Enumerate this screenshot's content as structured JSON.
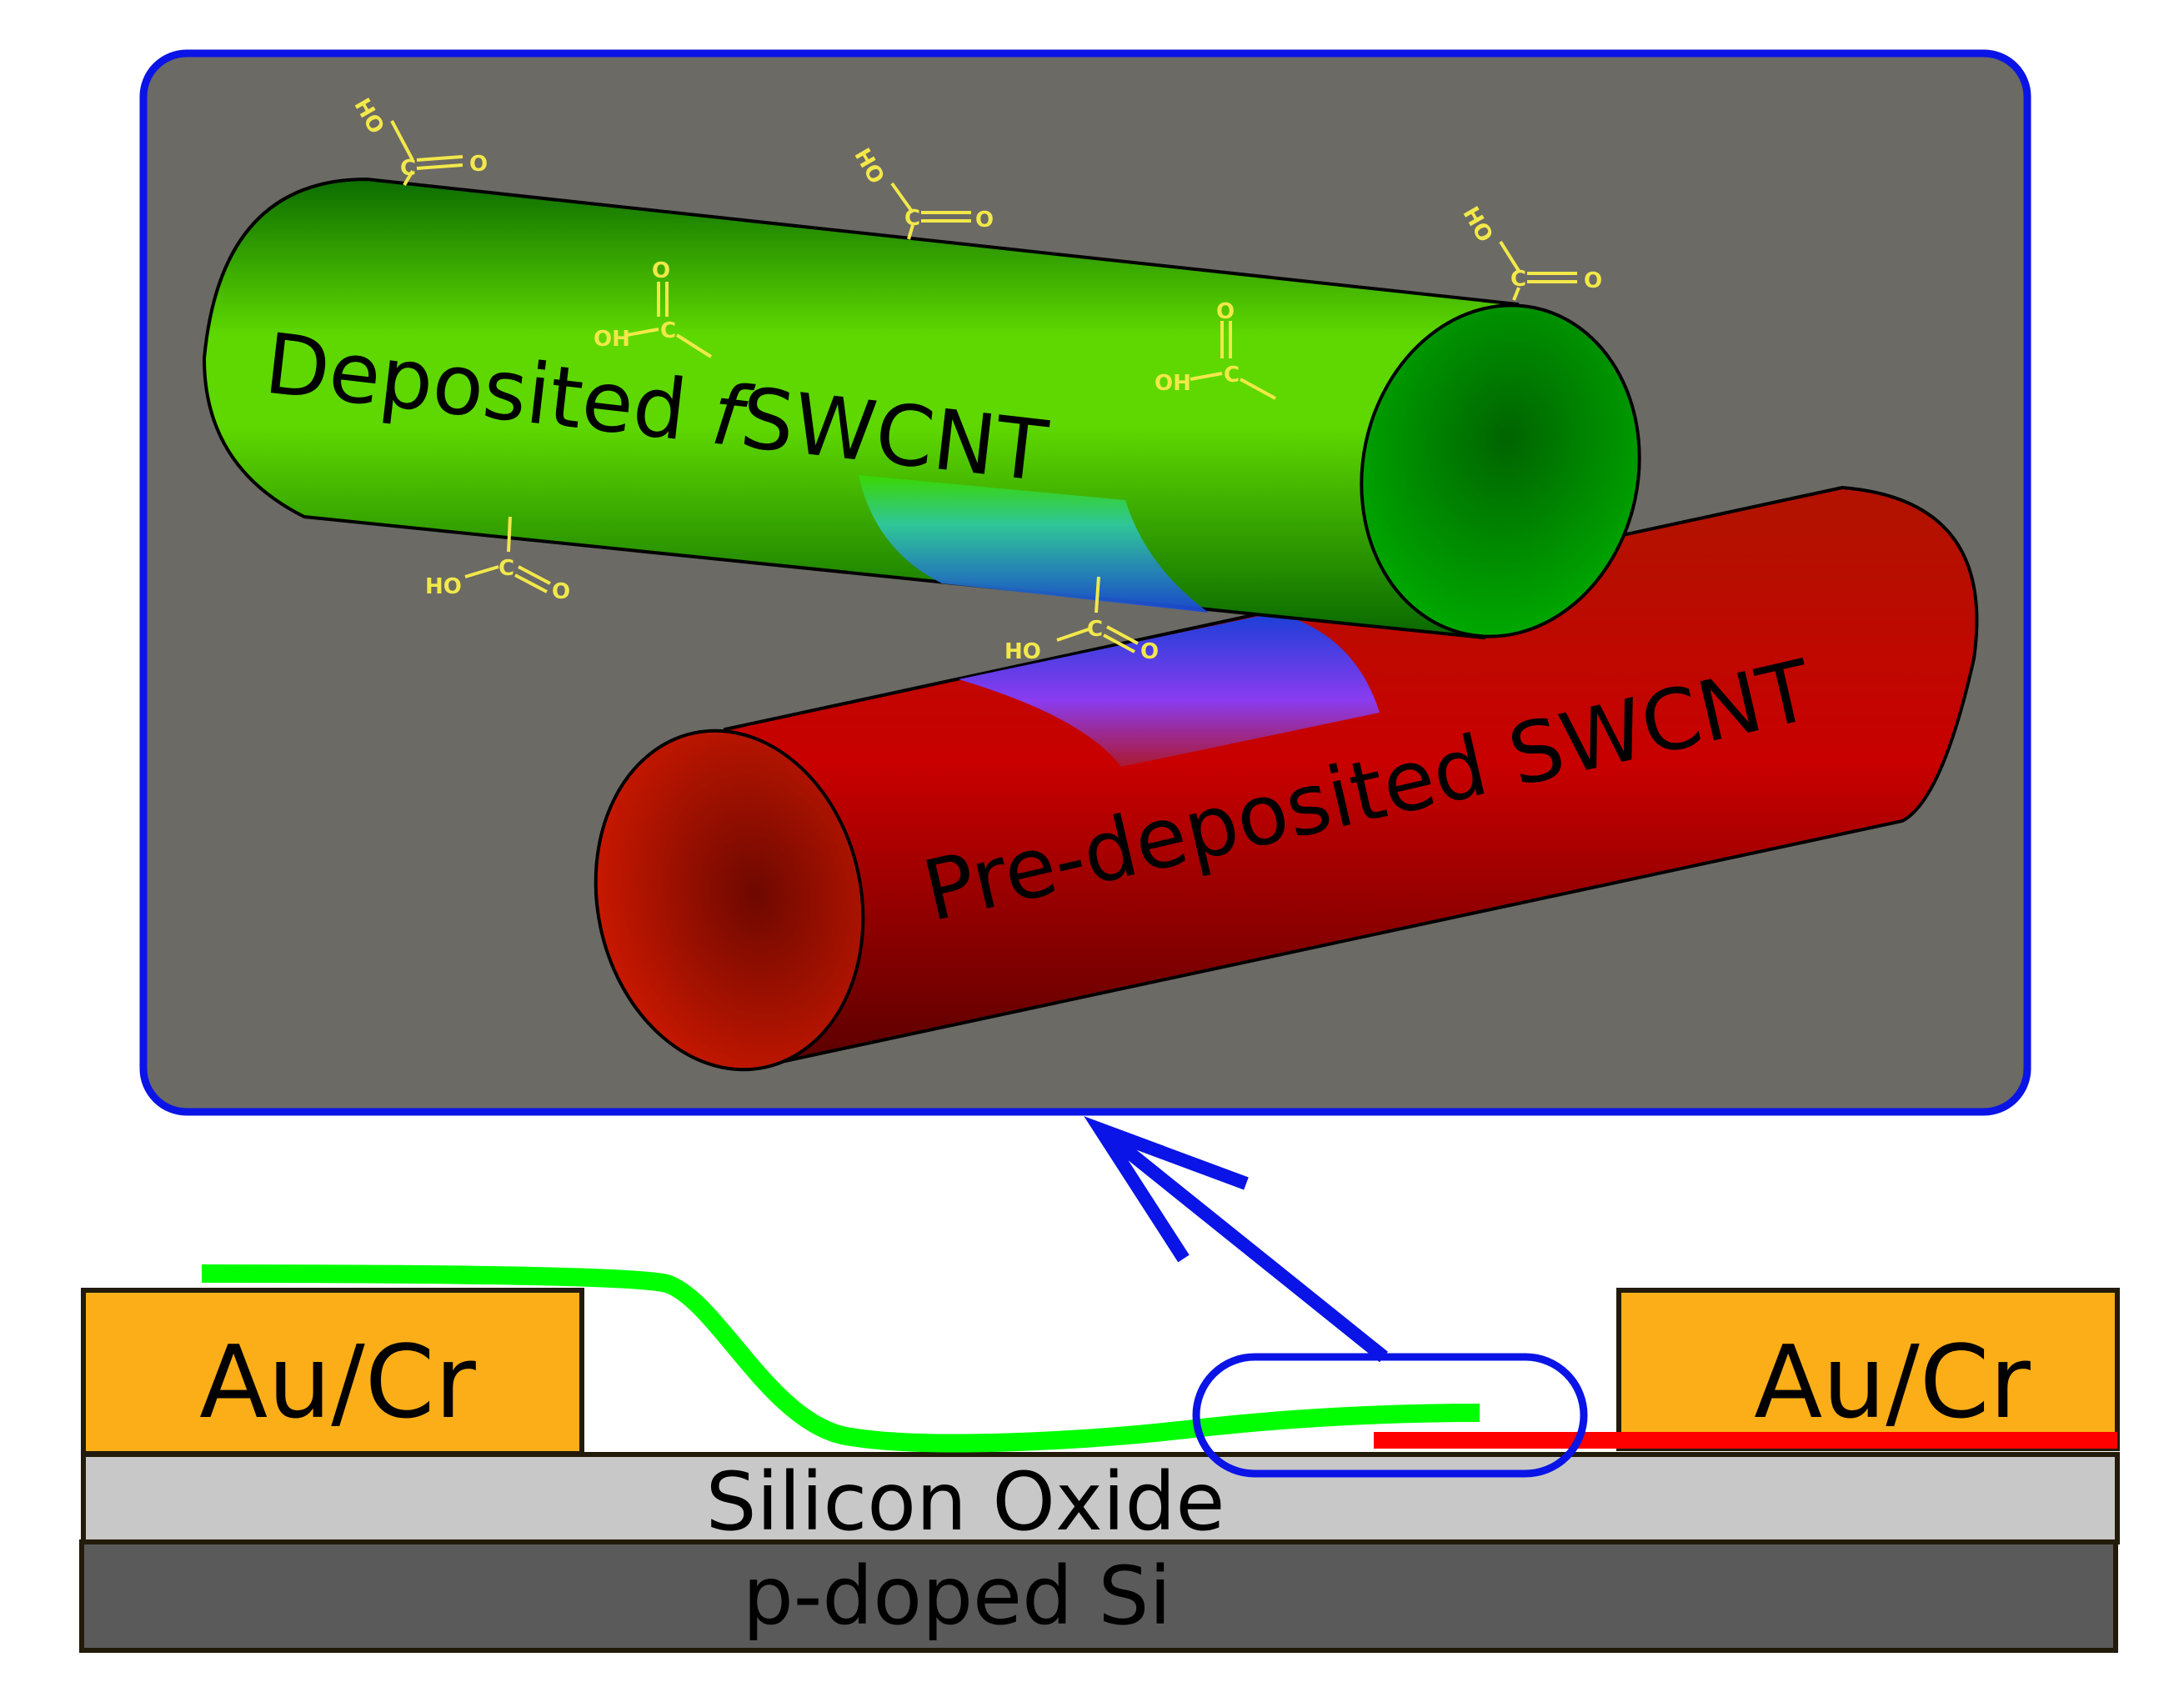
{
  "inset": {
    "deposited_tube_label_pre": "Deposited ",
    "deposited_tube_label_italic": "f",
    "deposited_tube_label_post": "SWCNT",
    "predeposited_tube_label": "Pre-deposited SWCNT",
    "groups": [
      {
        "ho": "HO",
        "c": "C",
        "o": "O"
      },
      {
        "ho": "HO",
        "c": "C",
        "o": "O"
      },
      {
        "ho": "HO",
        "c": "C",
        "o": "O"
      },
      {
        "ho": "OH",
        "c": "C",
        "o": "O"
      },
      {
        "ho": "OH",
        "c": "C",
        "o": "O"
      },
      {
        "ho": "HO",
        "c": "C",
        "o": "O"
      },
      {
        "ho": "HO",
        "c": "C",
        "o": "O"
      }
    ]
  },
  "device": {
    "left_electrode_label": "Au/Cr",
    "right_electrode_label": "Au/Cr",
    "oxide_label": "Silicon Oxide",
    "substrate_label": "p-doped Si"
  },
  "colors": {
    "highlight": "#0a14e6",
    "inset_background": "#6b6a65",
    "electrode": "#fbae17",
    "oxide": "#c8c8c8",
    "substrate": "#5a5a5a",
    "deposited_tube": "#39c300",
    "predeposited_tube": "#b50a00",
    "chem_group": "#f2e84a"
  }
}
